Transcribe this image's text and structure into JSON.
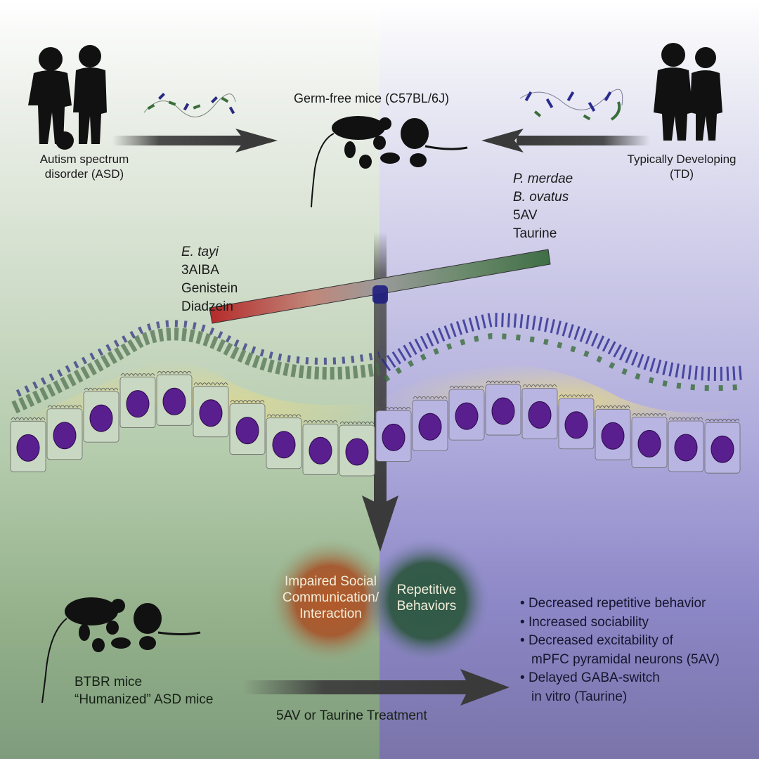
{
  "domain": "Diagram",
  "colors": {
    "asd_side": "#93b08a",
    "td_side": "#8c87c6",
    "arrow": "#3a3a3a",
    "bar_asd_end": "#b52a2a",
    "bar_td_end": "#3f6e45",
    "nucleus": "#5a1f8e",
    "social_circle": "#b35a2a",
    "repetitive_circle": "#2f5a46"
  },
  "donors": {
    "asd": {
      "line1": "Autism spectrum",
      "line2": "disorder (ASD)",
      "icon": "children-silhouette-icon"
    },
    "td": {
      "line1": "Typically Developing",
      "line2": "(TD)",
      "icon": "children-silhouette-icon"
    }
  },
  "recipient": {
    "label": "Germ-free mice (C57BL/6J)",
    "icon": "mice-silhouette-icon"
  },
  "asd_enriched": [
    {
      "text": "E. tayi",
      "italic": true
    },
    {
      "text": "3AIBA",
      "italic": false
    },
    {
      "text": "Genistein",
      "italic": false
    },
    {
      "text": "Diadzein",
      "italic": false
    }
  ],
  "td_enriched": [
    {
      "text": "P. merdae",
      "italic": true
    },
    {
      "text": "B. ovatus",
      "italic": true
    },
    {
      "text": "5AV",
      "italic": false
    },
    {
      "text": "Taurine",
      "italic": false
    }
  ],
  "phenotypes": {
    "social": {
      "line1": "Impaired Social",
      "line2": "Communication/",
      "line3": "Interaction"
    },
    "repetitive": {
      "line1": "Repetitive",
      "line2": "Behaviors"
    }
  },
  "models": {
    "line1": "BTBR mice",
    "line2": "“Humanized” ASD mice",
    "icon": "mice-silhouette-icon"
  },
  "treatment": {
    "label": "5AV or Taurine Treatment"
  },
  "outcomes": [
    {
      "bullet": "•",
      "line1": "Decreased repetitive behavior",
      "line2": ""
    },
    {
      "bullet": "•",
      "line1": "Increased sociability",
      "line2": ""
    },
    {
      "bullet": "•",
      "line1": "Decreased excitability of",
      "line2": "mPFC pyramidal neurons (5AV)"
    },
    {
      "bullet": "•",
      "line1": "Delayed GABA-switch",
      "line2": "in vitro (Taurine)"
    }
  ]
}
